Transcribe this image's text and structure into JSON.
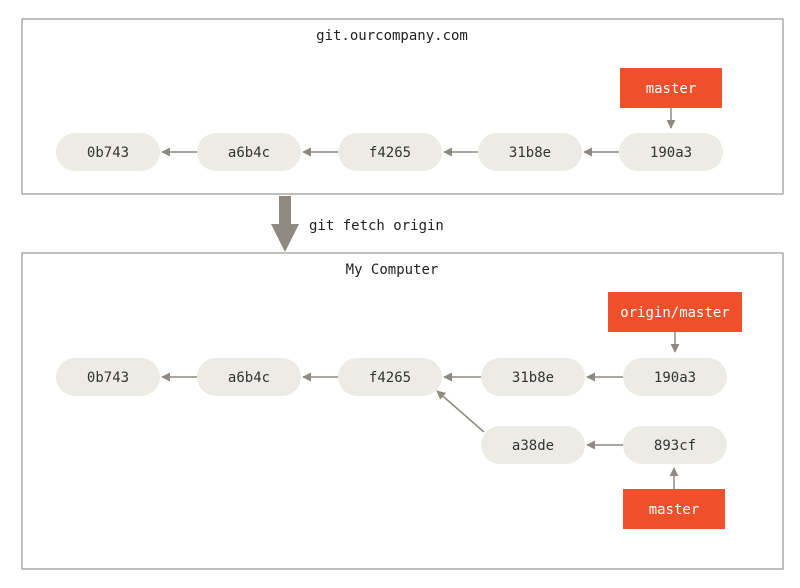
{
  "colors": {
    "commit_fill": "#ecebe5",
    "branch_fill": "#f04f2b",
    "arrow": "#8e8a82",
    "box_border": "#9a9792"
  },
  "remote": {
    "title": "git.ourcompany.com",
    "commits": [
      "0b743",
      "a6b4c",
      "f4265",
      "31b8e",
      "190a3"
    ],
    "branch": "master"
  },
  "action": {
    "label": "git fetch origin"
  },
  "local": {
    "title": "My Computer",
    "commits_main": [
      "0b743",
      "a6b4c",
      "f4265",
      "31b8e",
      "190a3"
    ],
    "commits_branch": [
      "a38de",
      "893cf"
    ],
    "branch_remote": "origin/master",
    "branch_local": "master"
  }
}
